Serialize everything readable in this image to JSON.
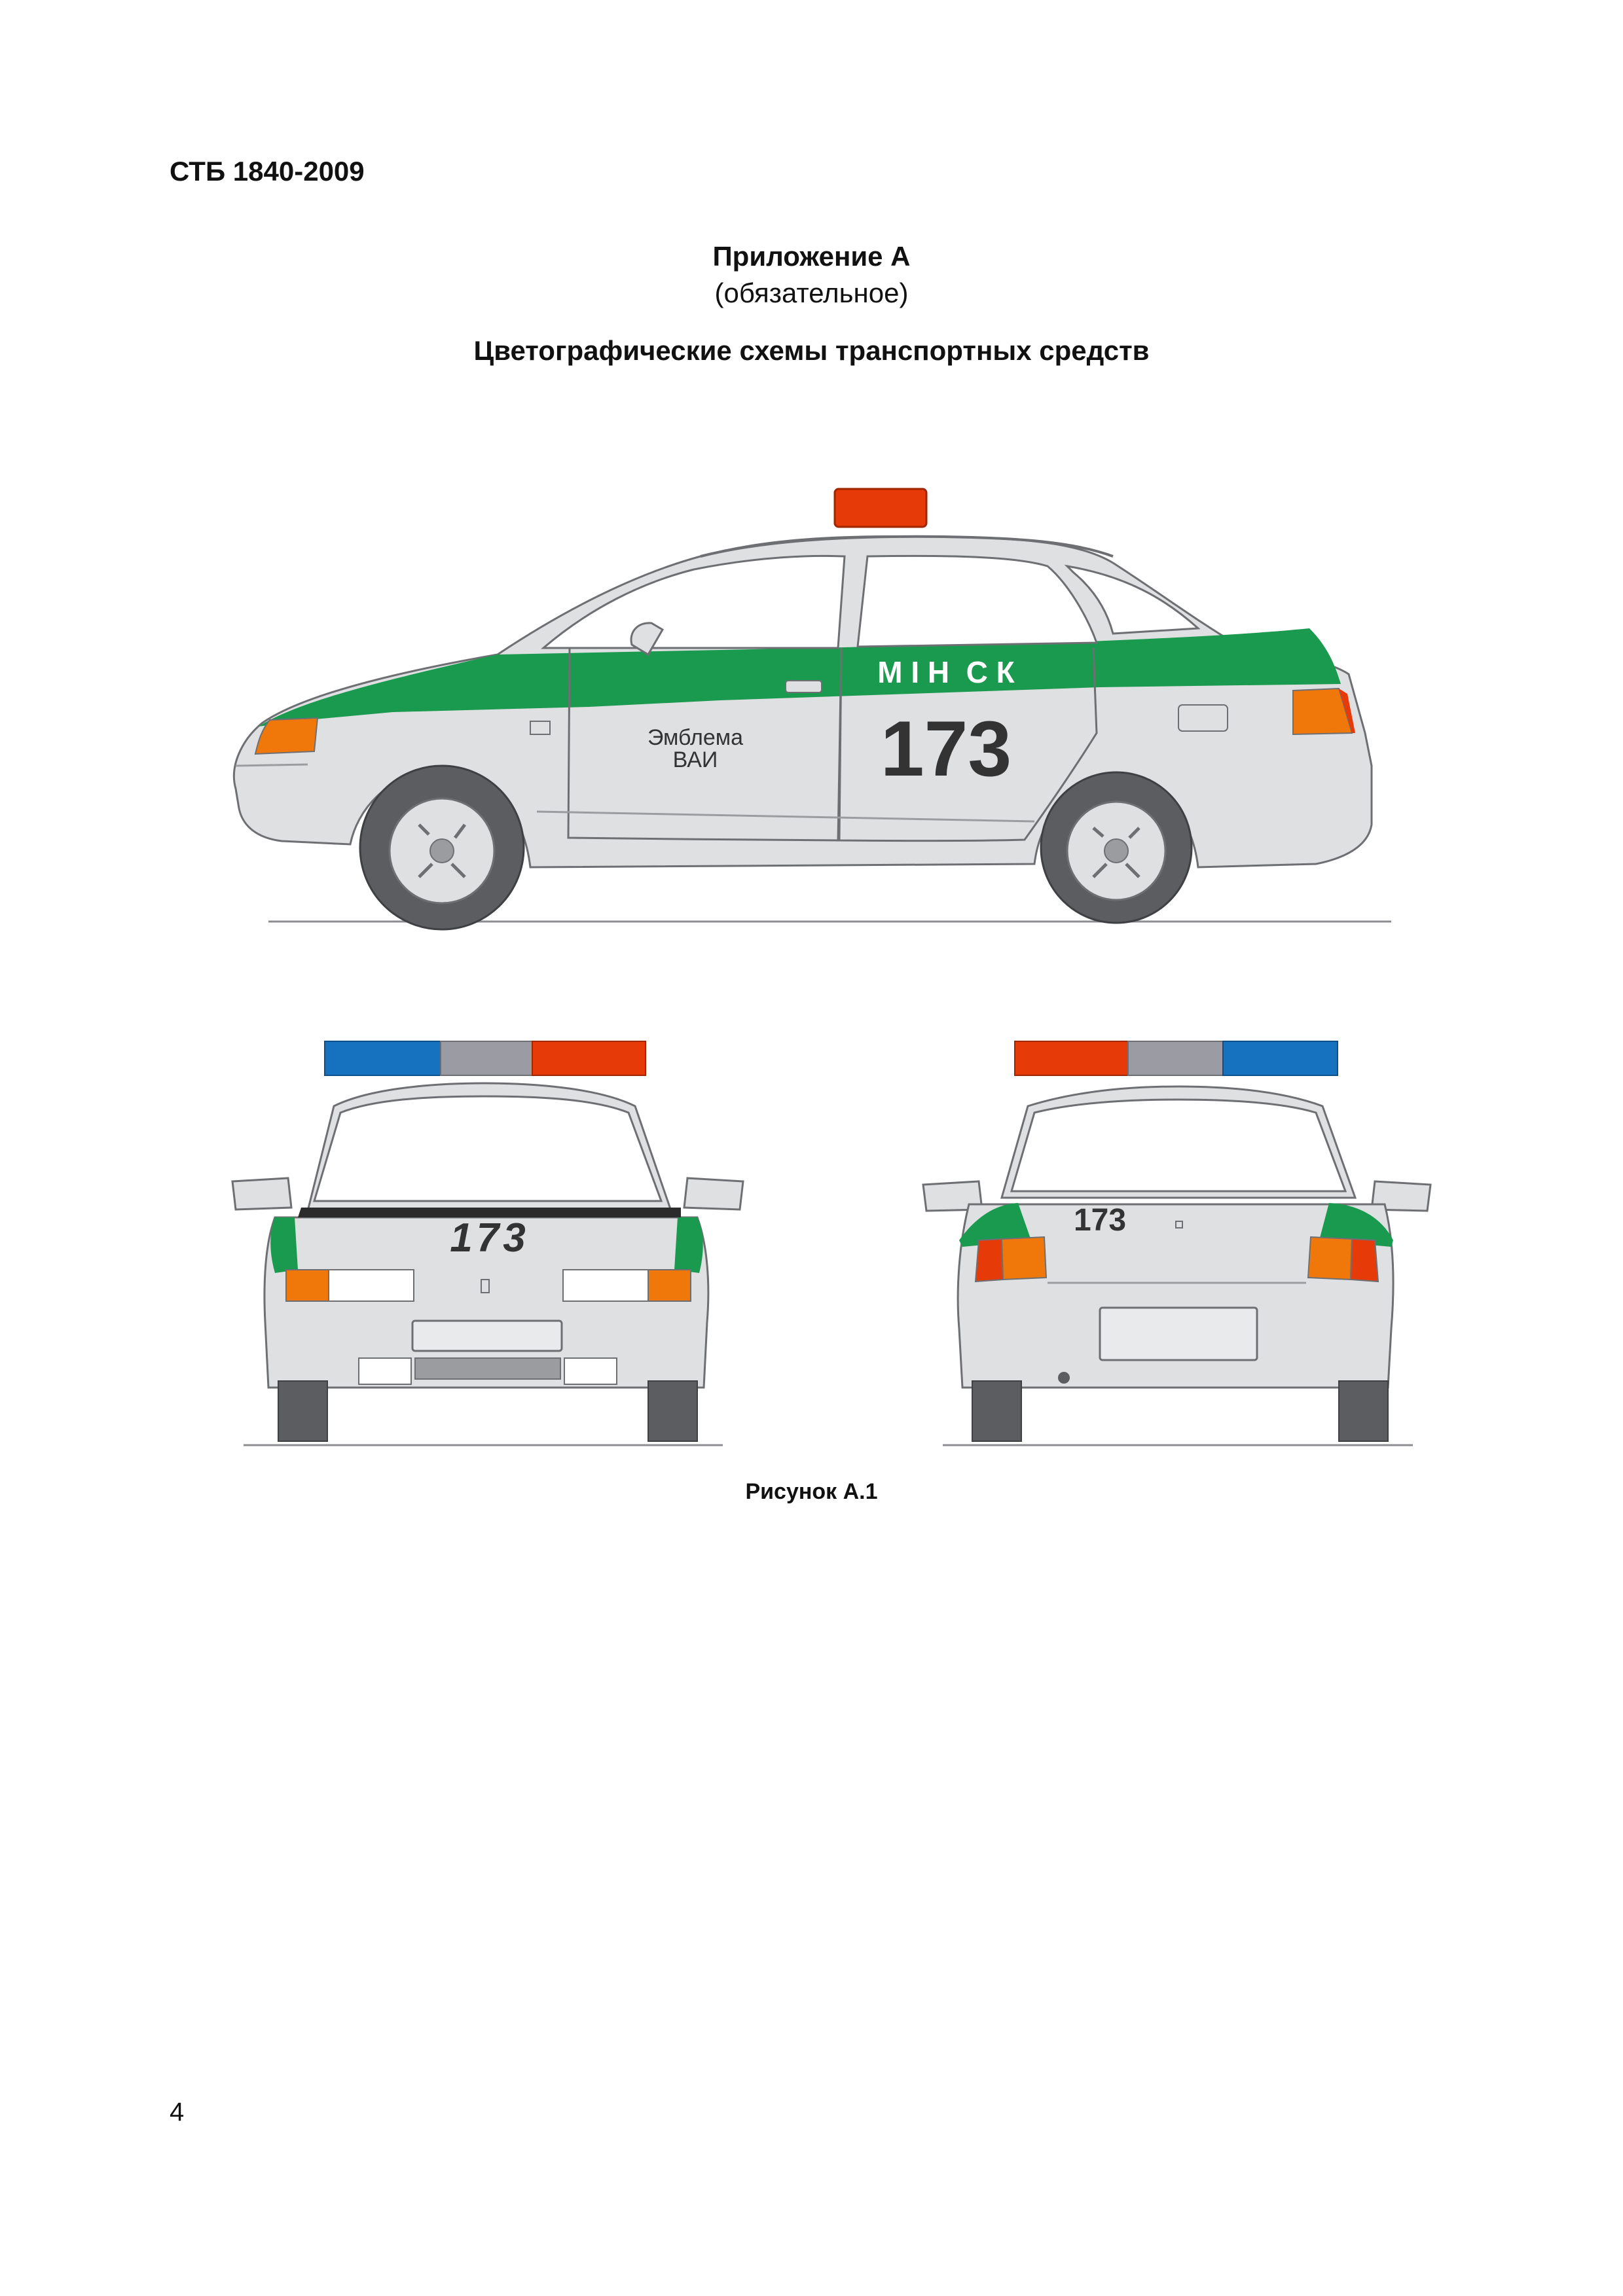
{
  "header": {
    "doc_code": "СТБ 1840-2009"
  },
  "annex": {
    "title": "Приложение А",
    "status": "(обязательное)",
    "section_title": "Цветографические схемы транспортных средств"
  },
  "figure": {
    "side_view": {
      "city_label": "М І Н  С К",
      "emblem_line1": "Эмблема",
      "emblem_line2": "ВАИ",
      "number": "173"
    },
    "front_view": {
      "number": "173"
    },
    "rear_view": {
      "number": "173"
    },
    "caption": "Рисунок А.1",
    "colors": {
      "body": "#dfe0e2",
      "stripe": "#1a9a4e",
      "beacon_red": "#e63a09",
      "beacon_blue": "#1671bf",
      "beacon_gray": "#9b9ba3",
      "lamp_orange": "#f0780a",
      "tire": "#5b5d60",
      "outline": "#6d6f73"
    }
  },
  "footer": {
    "page_number": "4"
  }
}
